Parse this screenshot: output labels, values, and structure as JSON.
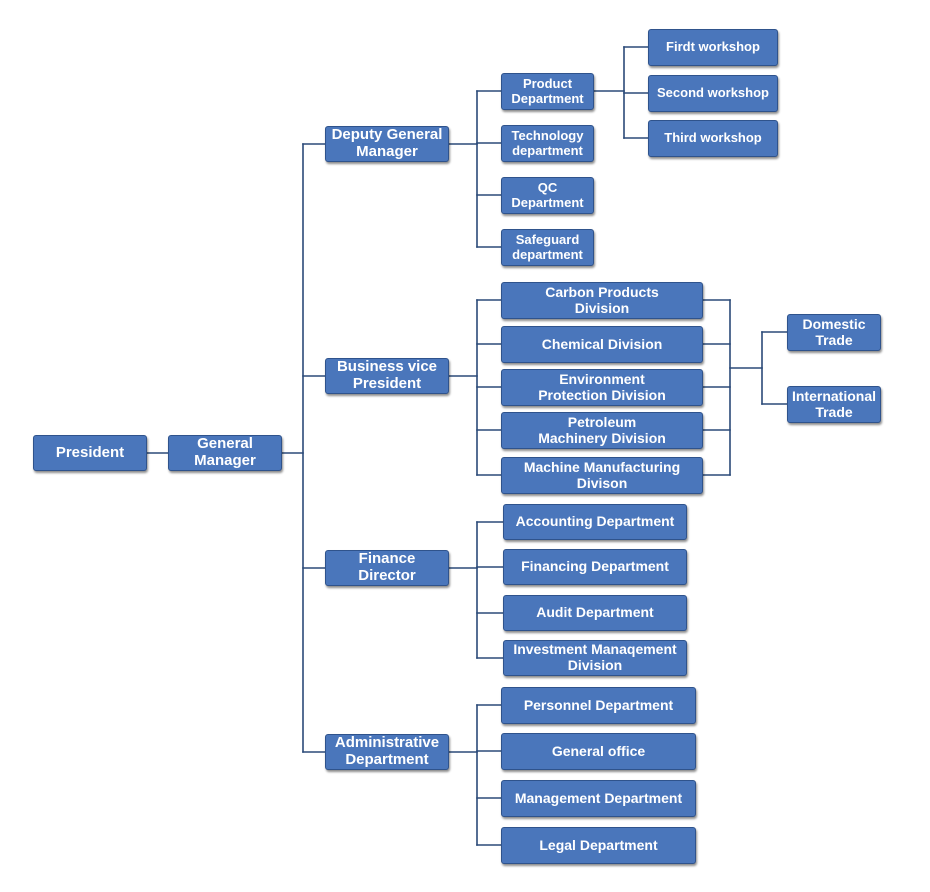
{
  "colors": {
    "box_fill": "#4a76bb",
    "box_border": "#2f538c",
    "text": "#ffffff",
    "connector": "#2b4a78"
  },
  "nodes": {
    "president": "President",
    "general_manager": "General\nManager",
    "deputy_gm": "Deputy General\nManager",
    "business_vp": "Business vice\nPresident",
    "finance_director": "Finance\nDirector",
    "admin_dept": "Administrative\nDepartment",
    "product_dept": "Product\nDepartment",
    "technology_dept": "Technology\ndepartment",
    "qc_dept": "QC\nDepartment",
    "safeguard_dept": "Safeguard\ndepartment",
    "first_workshop": "Firdt workshop",
    "second_workshop": "Second workshop",
    "third_workshop": "Third workshop",
    "carbon_div": "Carbon Products\nDivision",
    "chemical_div": "Chemical Division",
    "environment_div": "Environment\nProtection Division",
    "petroleum_div": "Petroleum\nMachinery Division",
    "machine_div": "Machine Manufacturing\nDivison",
    "domestic_trade": "Domestic\nTrade",
    "international_trade": "International\nTrade",
    "accounting_dept": "Accounting Department",
    "financing_dept": "Financing Department",
    "audit_dept": "Audit Department",
    "investment_div": "Investment Manaqement\nDivision",
    "personnel_dept": "Personnel Department",
    "general_office": "General office",
    "management_dept": "Management Department",
    "legal_dept": "Legal Department"
  }
}
